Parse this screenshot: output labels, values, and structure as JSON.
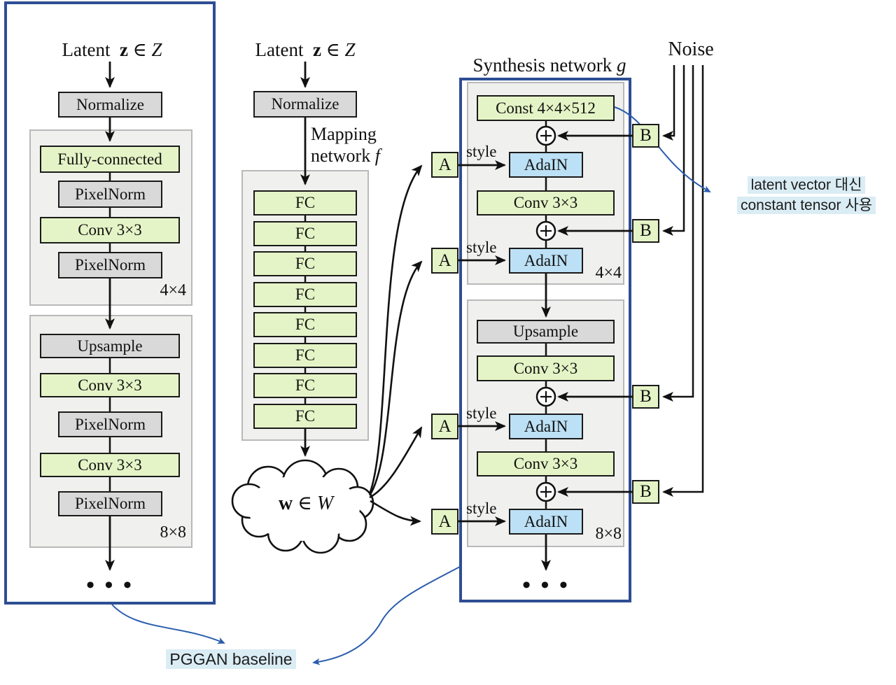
{
  "colors": {
    "green_box": "#e5f4c6",
    "gray_box": "#d9d9d9",
    "adain_blue": "#bce0f5",
    "group_bg": "#f0f0ee",
    "panel_border": "#2e4e93",
    "annotation_blue": "#2b5cad",
    "highlight": "#daecf4"
  },
  "left_panel": {
    "latent": {
      "prefix": "Latent",
      "var": "z",
      "elem": "∈",
      "set": "Z"
    },
    "normalize": "Normalize",
    "block_4x4": {
      "label": "4×4",
      "boxes": [
        {
          "text": "Fully-connected",
          "type": "green"
        },
        {
          "text": "PixelNorm",
          "type": "gray"
        },
        {
          "text": "Conv 3×3",
          "type": "green"
        },
        {
          "text": "PixelNorm",
          "type": "gray"
        }
      ]
    },
    "block_8x8": {
      "label": "8×8",
      "boxes": [
        {
          "text": "Upsample",
          "type": "gray"
        },
        {
          "text": "Conv 3×3",
          "type": "green"
        },
        {
          "text": "PixelNorm",
          "type": "gray"
        },
        {
          "text": "Conv 3×3",
          "type": "green"
        },
        {
          "text": "PixelNorm",
          "type": "gray"
        }
      ]
    },
    "ellipsis": "• • •"
  },
  "mapping": {
    "latent": {
      "prefix": "Latent",
      "var": "z",
      "elem": "∈",
      "set": "Z"
    },
    "normalize": "Normalize",
    "label_line1": "Mapping",
    "label_line2": "network",
    "label_var": "f",
    "fc_layers": [
      "FC",
      "FC",
      "FC",
      "FC",
      "FC",
      "FC",
      "FC",
      "FC"
    ],
    "cloud": {
      "var": "w",
      "elem": "∈",
      "set": "W"
    }
  },
  "synthesis": {
    "title": "Synthesis network",
    "title_var": "g",
    "const_box": "Const 4×4×512",
    "style_label": "style",
    "adain_label": "AdaIN",
    "conv_label": "Conv 3×3",
    "upsample_label": "Upsample",
    "label_4x4": "4×4",
    "label_8x8": "8×8",
    "a_label": "A",
    "b_label": "B",
    "ellipsis": "• • •"
  },
  "noise_label": "Noise",
  "annotations": {
    "const_note_line1": "latent vector 대신",
    "const_note_line2": "constant tensor 사용",
    "baseline_note": "PGGAN baseline"
  }
}
